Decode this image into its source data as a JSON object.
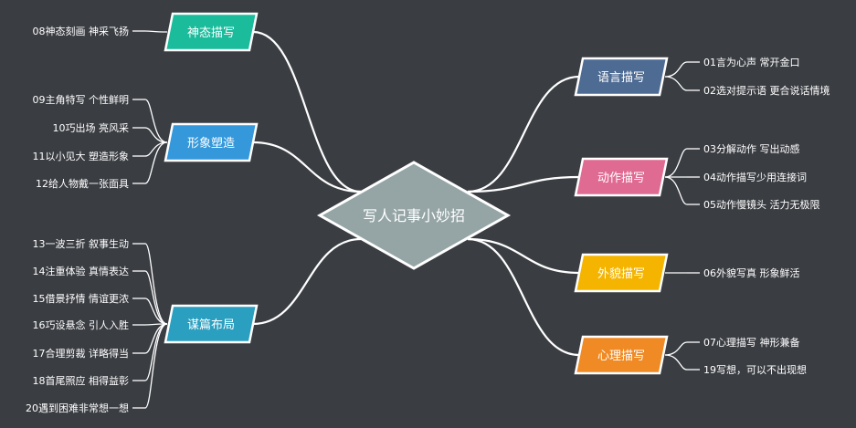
{
  "center": {
    "label": "写人记事小妙招",
    "color": "#95a5a6"
  },
  "branches": [
    {
      "id": "shentai",
      "label": "神态描写",
      "color": "#1abc9c",
      "leaves": [
        "08神态刻画 神采飞扬"
      ]
    },
    {
      "id": "xingxiang",
      "label": "形象塑造",
      "color": "#3498db",
      "leaves": [
        "09主角特写 个性鲜明",
        "10巧出场 亮风采",
        "11以小见大 塑造形象",
        "12给人物戴一张面具"
      ]
    },
    {
      "id": "moupian",
      "label": "谋篇布局",
      "color": "#2b9fc0",
      "leaves": [
        "13一波三折 叙事生动",
        "14注重体验 真情表达",
        "15借景抒情 情谊更浓",
        "16巧设悬念 引人入胜",
        "17合理剪裁 详略得当",
        "18首尾照应 相得益彰",
        "20遇到困难非常想一想"
      ]
    },
    {
      "id": "yuyan",
      "label": "语言描写",
      "color": "#4e6b93",
      "leaves": [
        "01言为心声 常开金口",
        "02选对提示语 更合说话情境"
      ]
    },
    {
      "id": "dongzuo",
      "label": "动作描写",
      "color": "#e06b92",
      "leaves": [
        "03分解动作 写出动感",
        "04动作描写少用连接词",
        "05动作慢镜头 活力无极限"
      ]
    },
    {
      "id": "waimao",
      "label": "外貌描写",
      "color": "#f5b400",
      "leaves": [
        "06外貌写真 形象鲜活"
      ]
    },
    {
      "id": "xinli",
      "label": "心理描写",
      "color": "#f08a24",
      "leaves": [
        "07心理描写 神形兼备",
        "19写想，可以不出现想"
      ]
    }
  ]
}
